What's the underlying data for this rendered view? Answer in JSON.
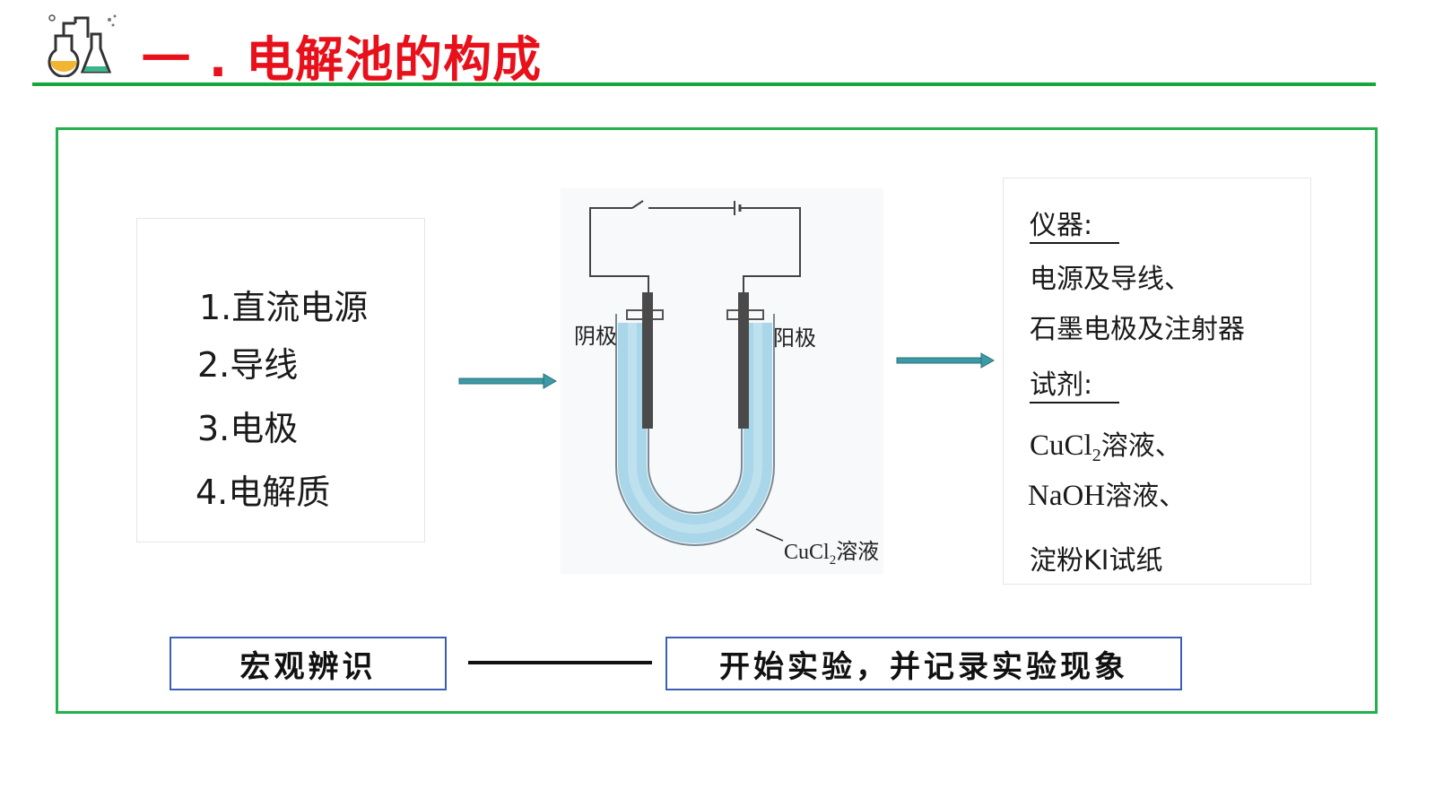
{
  "header": {
    "title": "一 . 电解池的构成",
    "logo_icon": "chemistry-flasks-icon",
    "title_color": "#e8101a",
    "rule_color": "#14a83a"
  },
  "components": {
    "items": [
      "1.直流电源",
      "2.导线",
      "3.电极",
      "4.电解质"
    ]
  },
  "diagram": {
    "cathode_label": "阴极",
    "anode_label": "阳极",
    "solution_label": "CuCl",
    "solution_sub": "2",
    "solution_suffix": "溶液",
    "solution_color": "#a9d6e8"
  },
  "materials": {
    "instruments_heading": "仪器:",
    "instruments": [
      "电源及导线、",
      "石墨电极及注射器"
    ],
    "reagents_heading": "试剂:",
    "reagent1": {
      "formula": "CuCl",
      "sub": "2",
      "suffix": "溶液、"
    },
    "reagent2": {
      "formula": "NaOH",
      "suffix": "溶液、"
    },
    "reagent3": {
      "formula": "淀粉KI",
      "suffix": "试纸"
    }
  },
  "footer": {
    "left_box": "宏观辨识",
    "right_box": "开始实验，并记录实验现象"
  },
  "colors": {
    "frame": "#22b14c",
    "arrow": "#3c9aa6",
    "box_border": "#3b5fb5"
  }
}
